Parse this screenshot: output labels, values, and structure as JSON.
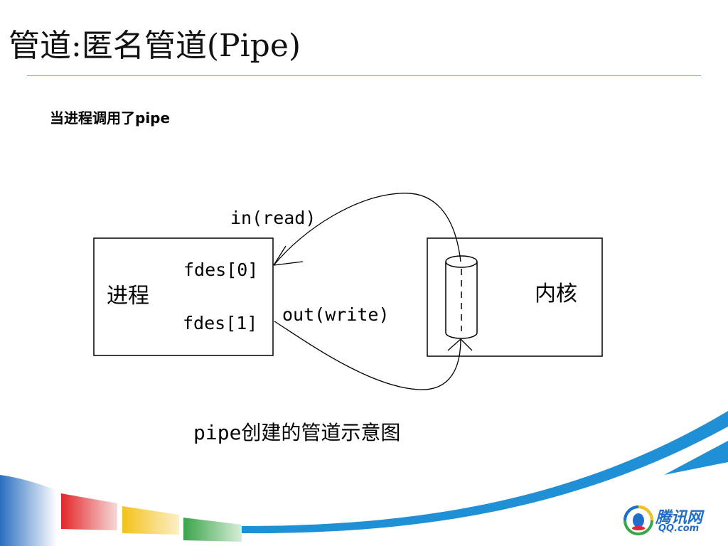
{
  "slide": {
    "title": "管道:匿名管道(Pipe)",
    "subtitle": "当进程调用了pipe"
  },
  "diagram": {
    "process_box": {
      "label": "进程",
      "fd0": "fdes[0]",
      "fd1": "fdes[1]"
    },
    "kernel_box": {
      "label": "内核"
    },
    "arrows": {
      "read_label": "in(read)",
      "write_label": "out(write)"
    },
    "caption": "pipe创建的管道示意图"
  },
  "footer": {
    "logo_text": "腾讯网",
    "logo_sub": "QQ.com",
    "logo_icon": "tencent-logo-icon",
    "stripe_colors": [
      "#2a6fc0",
      "#e3262a",
      "#f4c21b",
      "#3aa44a",
      "#1f8fd6"
    ]
  }
}
